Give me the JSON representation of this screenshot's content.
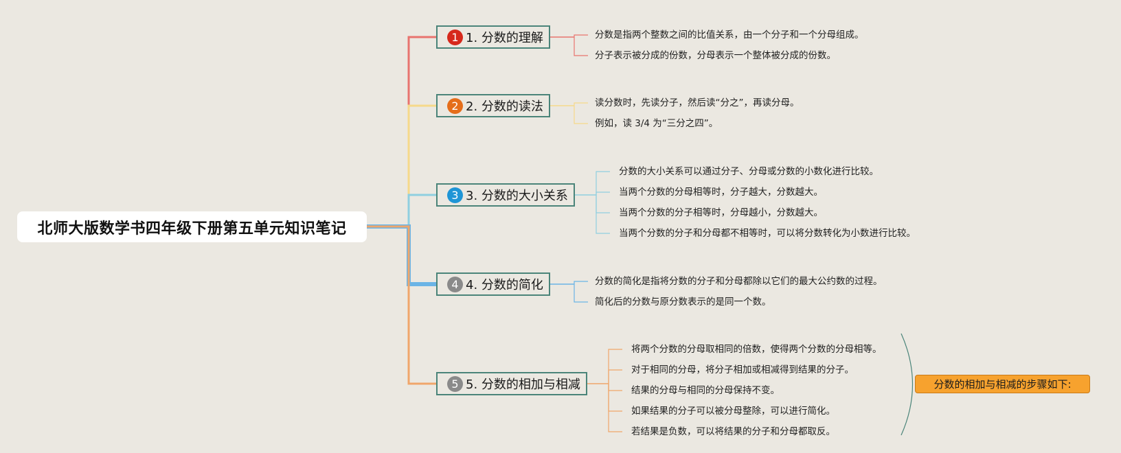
{
  "root": {
    "title": "北师大版数学书四年级下册第五单元知识笔记"
  },
  "topics": [
    {
      "badge": "1",
      "label": "1. 分数的理解",
      "color": "#e8736e",
      "badge_color": "#d6291c",
      "points": [
        "分数是指两个整数之间的比值关系，由一个分子和一个分母组成。",
        "分子表示被分成的份数，分母表示一个整体被分成的份数。"
      ]
    },
    {
      "badge": "2",
      "label": "2. 分数的读法",
      "color": "#f6d98a",
      "badge_color": "#e56e1b",
      "points": [
        "读分数时，先读分子，然后读“分之”，再读分母。",
        "例如，读 3/4 为“三分之四”。"
      ]
    },
    {
      "badge": "3",
      "label": "3. 分数的大小关系",
      "color": "#8fcfe0",
      "badge_color": "#1f95d6",
      "points": [
        "分数的大小关系可以通过分子、分母或分数的小数化进行比较。",
        "当两个分数的分母相等时，分子越大，分数越大。",
        "当两个分数的分子相等时，分母越小，分数越大。",
        "当两个分数的分子和分母都不相等时，可以将分数转化为小数进行比较。"
      ]
    },
    {
      "badge": "4",
      "label": "4. 分数的简化",
      "color": "#6ab4e6",
      "badge_color": "#8a8a8a",
      "points": [
        "分数的简化是指将分数的分子和分母都除以它们的最大公约数的过程。",
        "简化后的分数与原分数表示的是同一个数。"
      ]
    },
    {
      "badge": "5",
      "label": "5. 分数的相加与相减",
      "color": "#f0a66a",
      "badge_color": "#8a8a8a",
      "points": [
        "将两个分数的分母取相同的倍数，使得两个分数的分母相等。",
        "对于相同的分母，将分子相加或相减得到结果的分子。",
        "结果的分母与相同的分母保持不变。",
        "如果结果的分子可以被分母整除，可以进行简化。",
        "若结果是负数，可以将结果的分子和分母都取反。"
      ]
    }
  ],
  "summary": {
    "label": "分数的相加与相减的步骤如下:",
    "bracket_color": "#4a8479"
  }
}
